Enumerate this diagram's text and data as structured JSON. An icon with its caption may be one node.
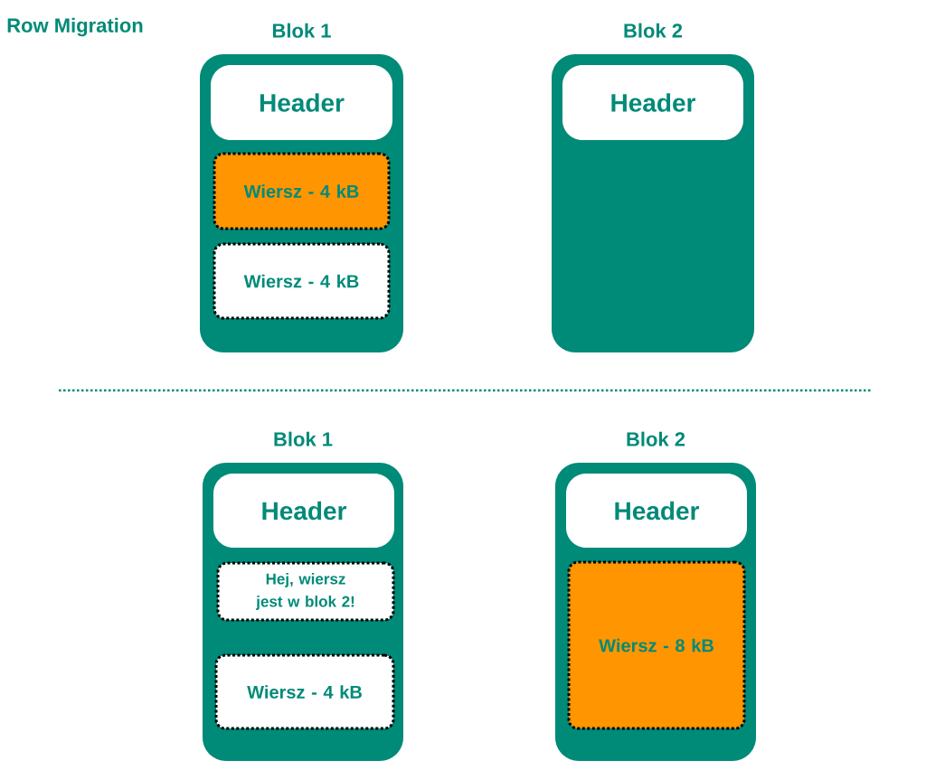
{
  "diagram": {
    "title": "Row Migration",
    "nodes": [
      {
        "text": [
          "Blok 1"
        ]
      },
      {
        "text": [
          "Header"
        ],
        "in": 0
      },
      {
        "text": [
          "Wiersz - 4 kB"
        ],
        "in": 0
      },
      {
        "text": [
          "Wiersz - 4 kB"
        ],
        "in": 0
      },
      {
        "text": [
          "Blok 2"
        ]
      },
      {
        "text": [
          "Header"
        ],
        "in": 4
      },
      {
        "text": [
          "Blok 1"
        ]
      },
      {
        "text": [
          "Header"
        ],
        "in": 6
      },
      {
        "text": [
          "Hej, wiersz jest w blok 2!"
        ],
        "in": 6
      },
      {
        "text": [
          "Wiersz - 4 kB"
        ],
        "in": 6
      },
      {
        "text": [
          "Blok 2"
        ]
      },
      {
        "text": [
          "Header"
        ],
        "in": 10
      },
      {
        "text": [
          "Wiersz - 8 kB"
        ],
        "in": 10
      }
    ],
    "edges": []
  }
}
